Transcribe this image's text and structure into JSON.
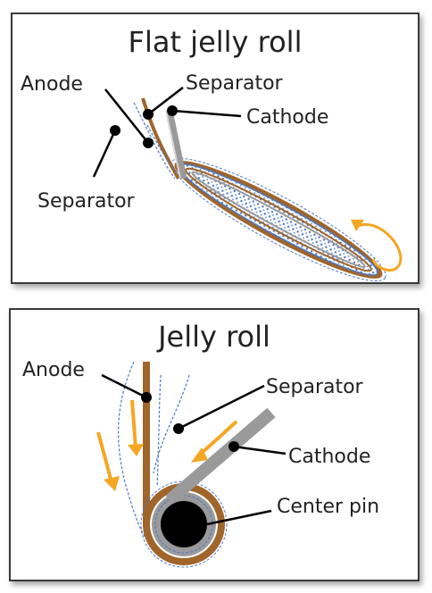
{
  "colors": {
    "anode": "#a0652a",
    "cathode": "#9a9a9a",
    "separator": "#4a78c8",
    "arrow": "#f5a623",
    "leader": "#000000"
  },
  "top": {
    "title": "Flat jelly roll",
    "labels": {
      "anode": "Anode",
      "separator_top": "Separator",
      "cathode": "Cathode",
      "separator_bottom": "Separator"
    }
  },
  "bottom": {
    "title": "Jelly roll",
    "labels": {
      "anode": "Anode",
      "separator": "Separator",
      "cathode": "Cathode",
      "center_pin": "Center pin"
    }
  }
}
